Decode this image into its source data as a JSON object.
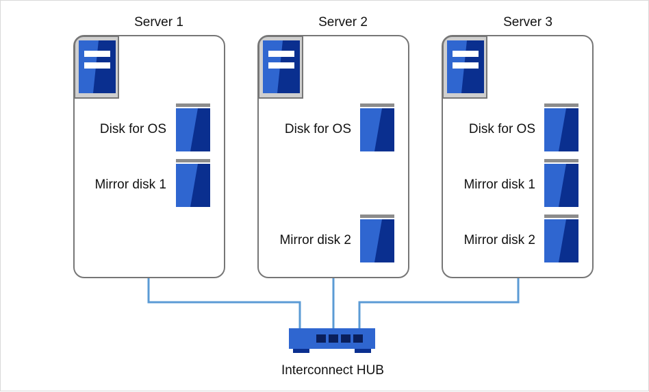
{
  "servers": [
    {
      "title": "Server 1",
      "disks": [
        "Disk for OS",
        "Mirror disk 1"
      ]
    },
    {
      "title": "Server 2",
      "disks": [
        "Disk for OS",
        "Mirror disk 2"
      ]
    },
    {
      "title": "Server 3",
      "disks": [
        "Disk for OS",
        "Mirror disk 1",
        "Mirror disk 2"
      ]
    }
  ],
  "hub": {
    "label": "Interconnect HUB"
  },
  "colors": {
    "disk_blue": "#2f66d0",
    "disk_dark": "#0a2f8f",
    "line_blue": "#5b9bd5",
    "border_gray": "#767676"
  }
}
